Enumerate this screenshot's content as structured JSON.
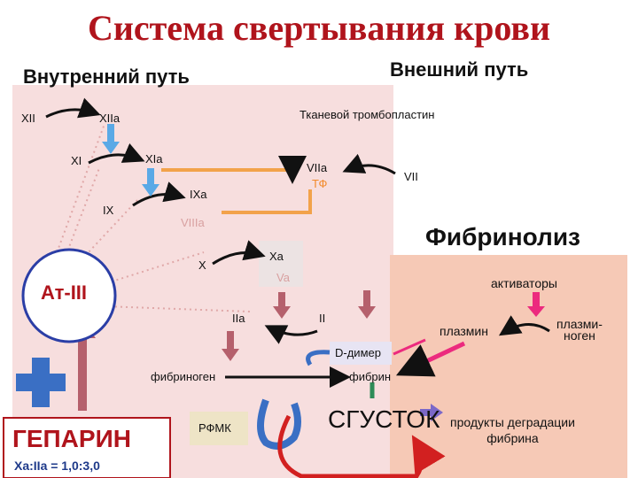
{
  "title": "Система свертывания крови",
  "intrinsic_path": "Внутренний путь",
  "extrinsic_path": "Внешний путь",
  "factors": {
    "xii": "XII",
    "xiia": "XIIa",
    "tissue": "Тканевой тромбопластин",
    "xi": "XI",
    "xia": "XIa",
    "viia": "VIIa",
    "tf": "ТФ",
    "vii": "VII",
    "ix": "IX",
    "ixa": "IXa",
    "viiia": "VIIIa",
    "x": "X",
    "xa": "Xa",
    "va": "Va",
    "iia": "IIa",
    "ii": "II",
    "fibrinogen": "фибриноген",
    "fibrin": "фибрин",
    "ddimer": "D-димер",
    "rfmk": "РФМК",
    "clot": "СГУСТОК"
  },
  "fibrinolysis": {
    "title": "Фибринолиз",
    "activators": "активаторы",
    "plasmin": "плазмин",
    "plasminogen": "плазми-\nноген",
    "degradation": "продукты деградации\nфибрина"
  },
  "anticoagulant": {
    "at3": "Ат-III",
    "heparin": "ГЕПАРИН",
    "ratio": "Xa:IIa = 1,0:3,0"
  },
  "colors": {
    "title": "#b0141c",
    "pink_area": "#f7dede",
    "salmon_area": "#f6c9b6",
    "blue_arrow": "#5aa9e6",
    "maroon_arrow": "#b5606c",
    "orange_arrow": "#f2a24a",
    "magenta_arrow": "#ec2a7e",
    "green_arrow": "#2e8b57",
    "purple_arrow": "#7b68c8",
    "cross": "#3a6fc4",
    "red_ring": "#d22020"
  }
}
